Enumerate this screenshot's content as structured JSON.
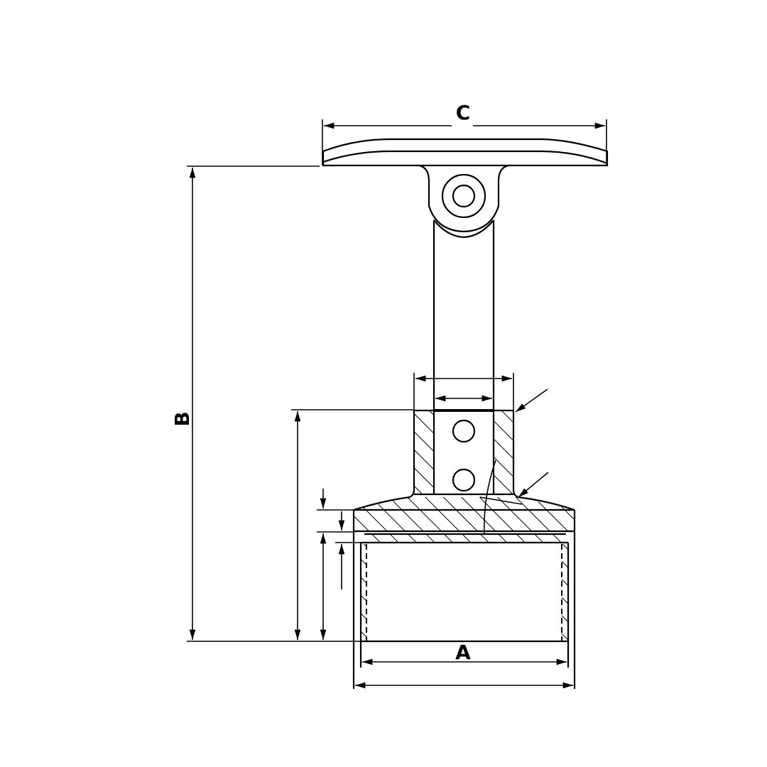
{
  "drawing": {
    "title": "Handrail bracket section drawing",
    "line_color": "#000000",
    "background": "#ffffff"
  },
  "dimensions": {
    "width_top": {
      "label": "C"
    },
    "height_total": {
      "label": "B"
    },
    "inner_diameter": {
      "label": "A"
    },
    "outer_diameter": {
      "label": ""
    },
    "socket_outer": {
      "label": ""
    },
    "socket_inner": {
      "label": ""
    },
    "cup_height": {
      "label": ""
    },
    "flange_thickness": {
      "label": ""
    },
    "plate_thickness": {
      "label": ""
    },
    "inner_depth": {
      "label": ""
    }
  },
  "parts": [
    {
      "name": "handrail saddle plate"
    },
    {
      "name": "pivot hinge with pin"
    },
    {
      "name": "support rod"
    },
    {
      "name": "socket with two set screws"
    },
    {
      "name": "base cup (sectioned)"
    }
  ]
}
